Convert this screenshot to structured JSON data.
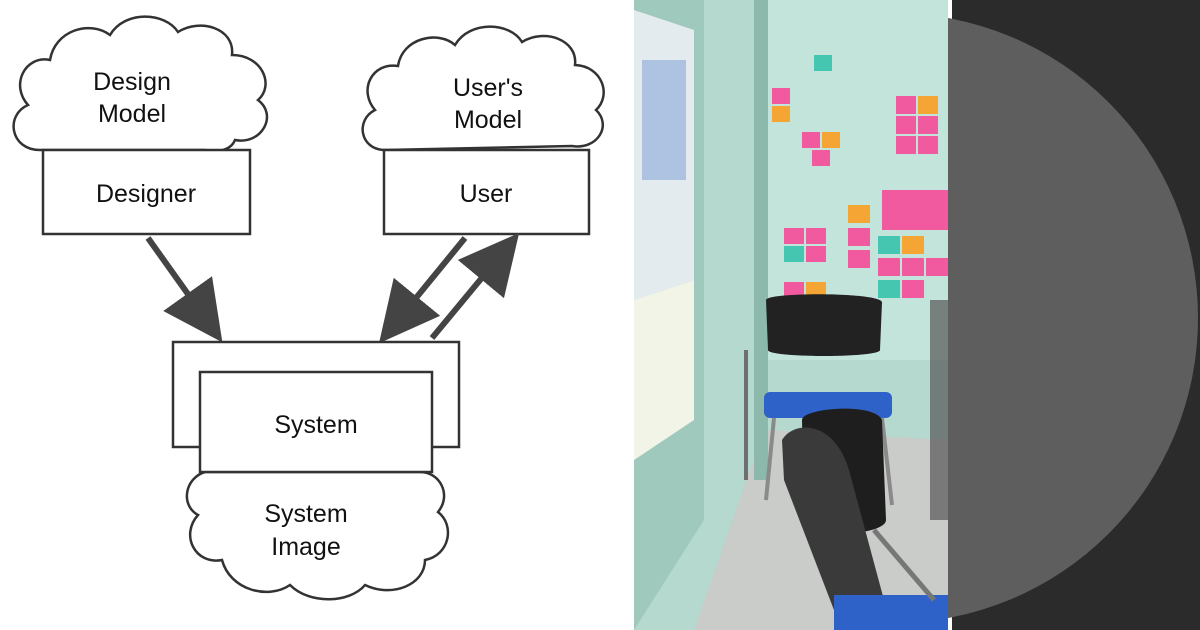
{
  "diagram": {
    "design_model_label": [
      "Design",
      "Model"
    ],
    "users_model_label": [
      "User's",
      "Model"
    ],
    "designer_label": "Designer",
    "user_label": "User",
    "system_label": "System",
    "system_image_label": [
      "System",
      "Image"
    ]
  },
  "colors": {
    "stroke": "#333333",
    "arrow": "#444444",
    "wall": "#a9cfc6",
    "chair_seat": "#2f62c9",
    "sticky_pink": "#f25aa0",
    "sticky_orange": "#f5a534",
    "sticky_teal": "#45c6b0",
    "dark_bg": "#2b2b2b",
    "disc": "#5e5e5e"
  }
}
